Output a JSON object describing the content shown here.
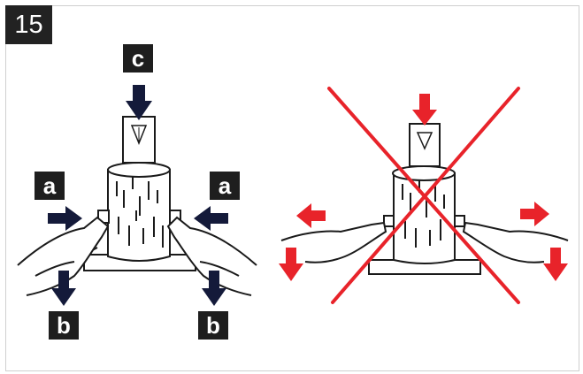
{
  "step_number": "15",
  "labels": {
    "a": "a",
    "b": "b",
    "c": "c"
  },
  "colors": {
    "outline": "#1a1a1a",
    "arrow_dark": "#141a3a",
    "wrong_red": "#e8232a",
    "badge_bg": "#1e1e1e"
  }
}
